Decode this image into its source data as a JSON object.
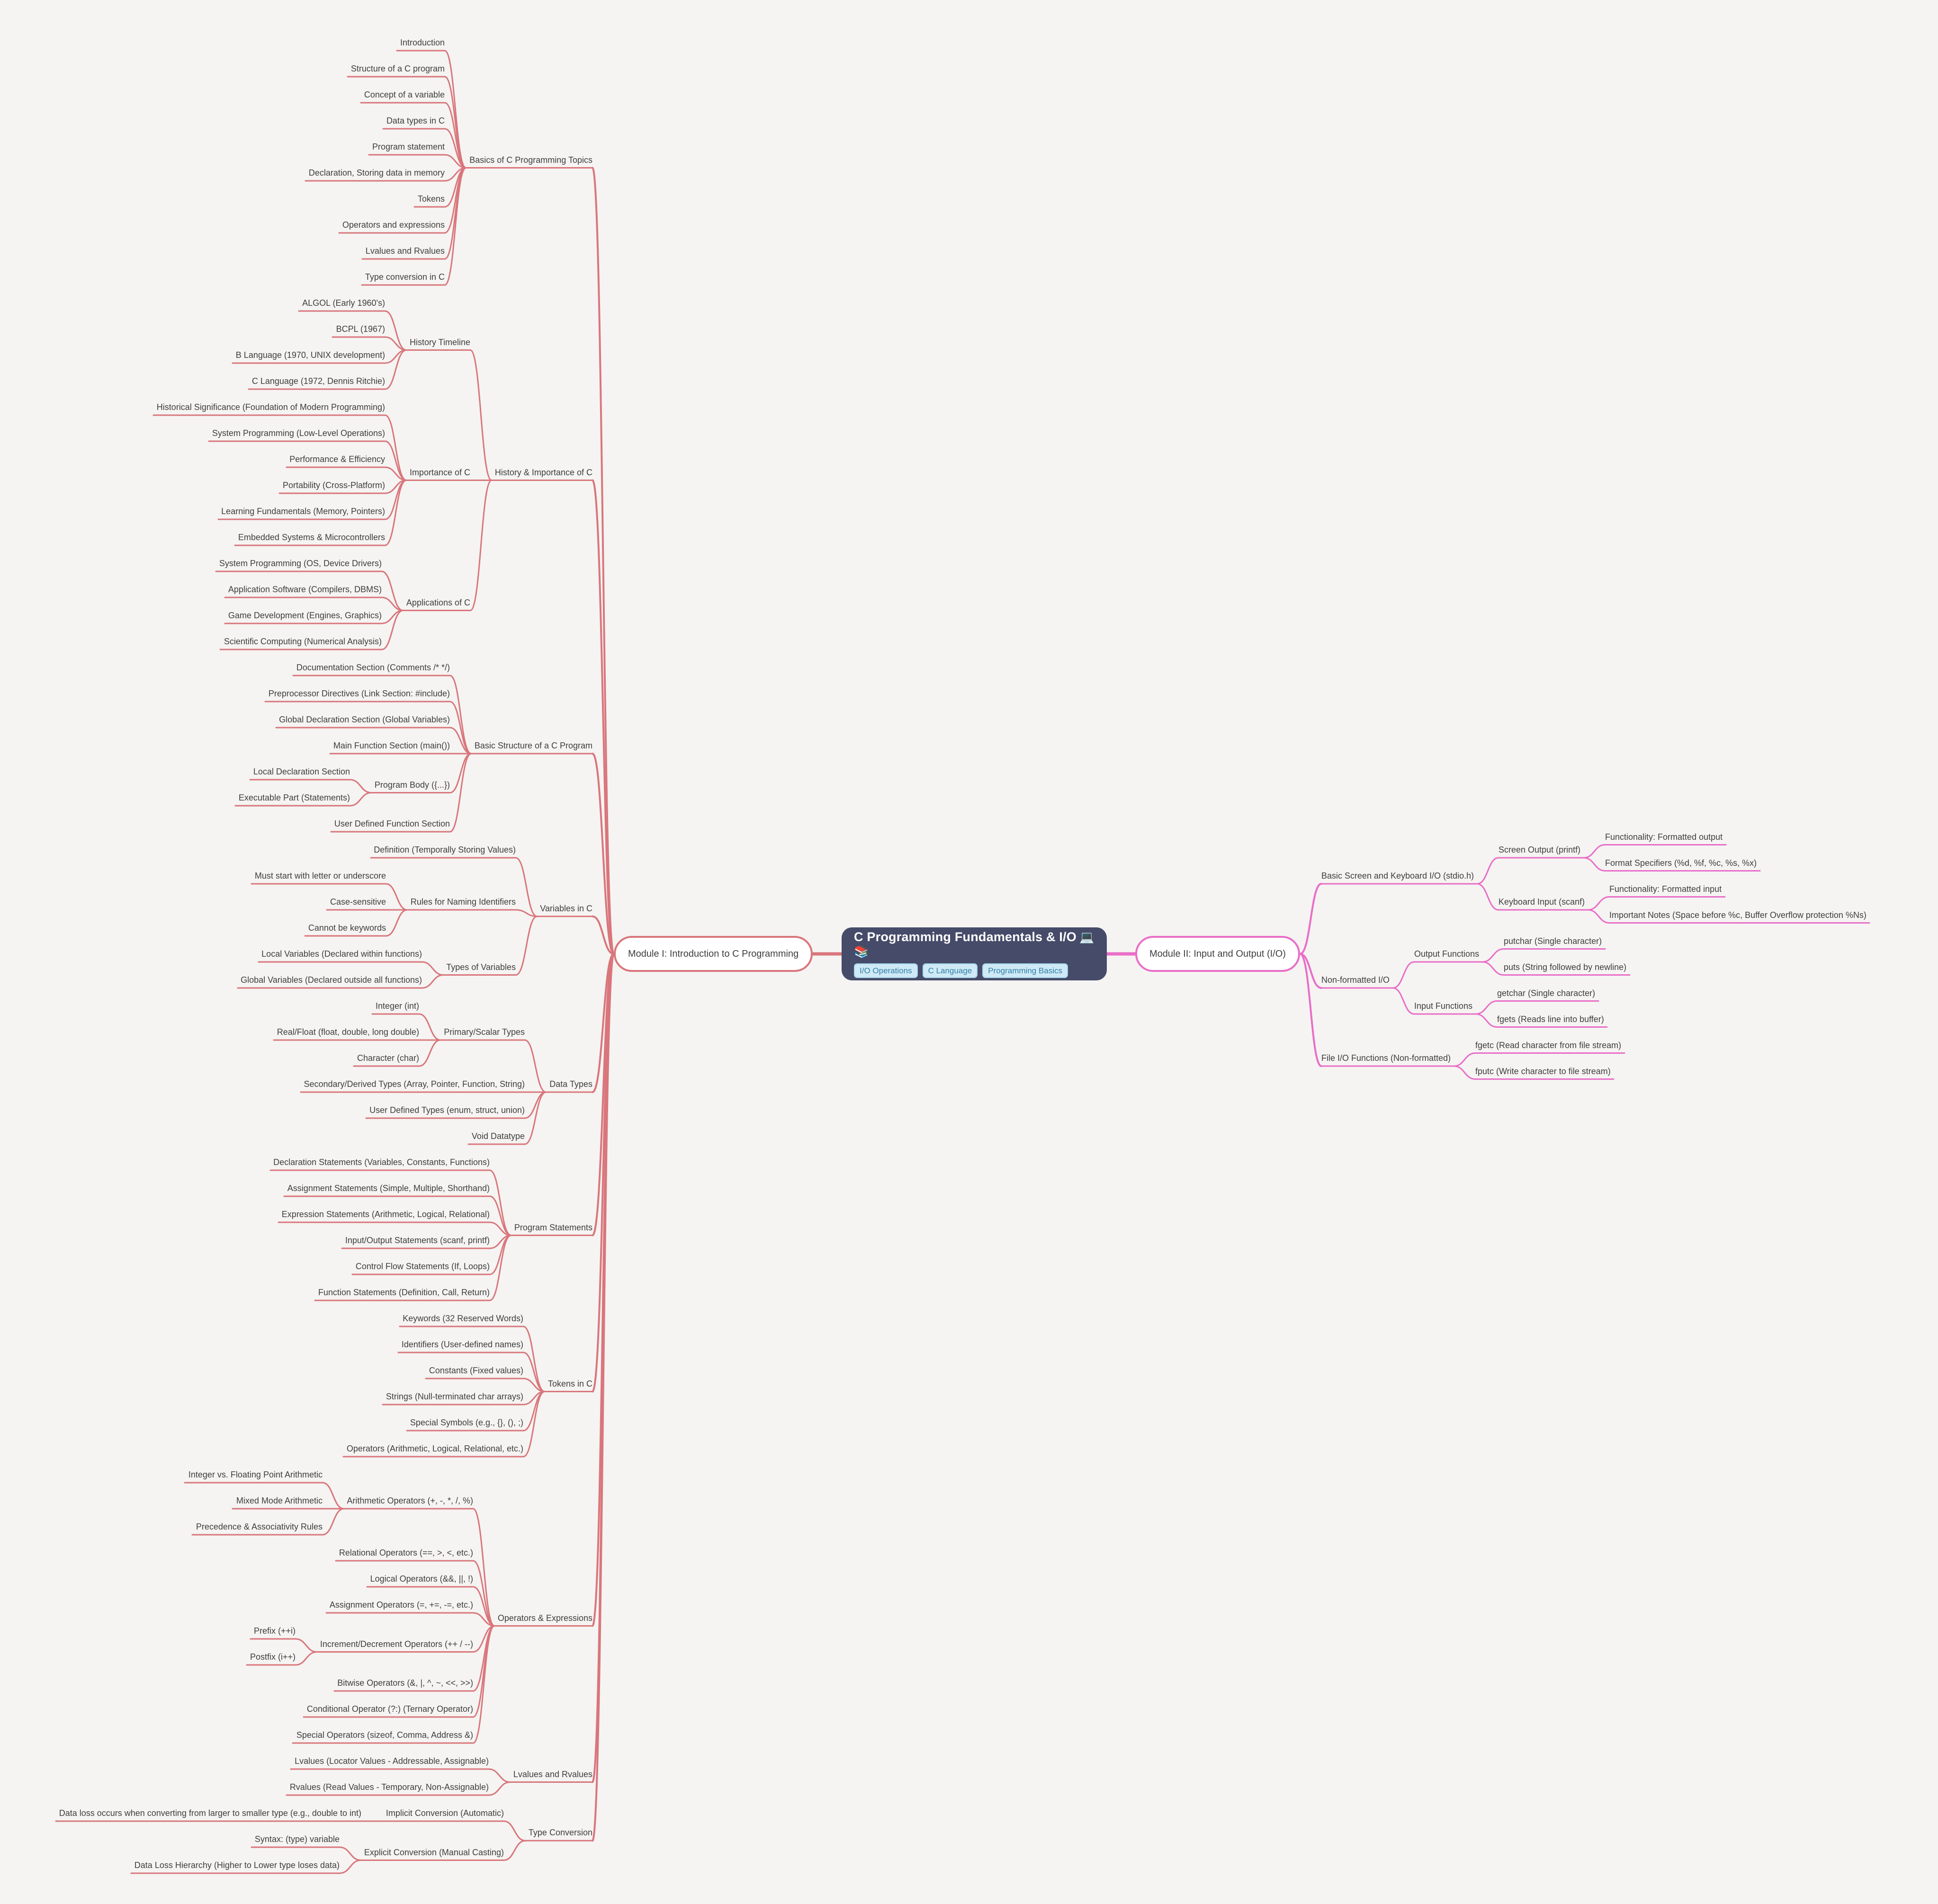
{
  "page": {
    "background": "#f5f4f2"
  },
  "root": {
    "title": "C Programming Fundamentals & I/O",
    "emoji": "💻📚",
    "tags": [
      "I/O Operations",
      "C Language",
      "Programming Basics"
    ]
  },
  "branches": {
    "left": {
      "label": "Module I: Introduction to C Programming",
      "color": "#d9767c",
      "children": [
        {
          "label": "Basics of C Programming Topics",
          "children": [
            {
              "label": "Introduction"
            },
            {
              "label": "Structure of a C program"
            },
            {
              "label": "Concept of a variable"
            },
            {
              "label": "Data types in C"
            },
            {
              "label": "Program statement"
            },
            {
              "label": "Declaration, Storing data in memory"
            },
            {
              "label": "Tokens"
            },
            {
              "label": "Operators and expressions"
            },
            {
              "label": "Lvalues and Rvalues"
            },
            {
              "label": "Type conversion in C"
            }
          ]
        },
        {
          "label": "History & Importance of C",
          "children": [
            {
              "label": "History Timeline",
              "children": [
                {
                  "label": "ALGOL (Early 1960's)"
                },
                {
                  "label": "BCPL (1967)"
                },
                {
                  "label": "B Language (1970, UNIX development)"
                },
                {
                  "label": "C Language (1972, Dennis Ritchie)"
                }
              ]
            },
            {
              "label": "Importance of C",
              "children": [
                {
                  "label": "Historical Significance (Foundation of Modern Programming)"
                },
                {
                  "label": "System Programming (Low-Level Operations)"
                },
                {
                  "label": "Performance & Efficiency"
                },
                {
                  "label": "Portability (Cross-Platform)"
                },
                {
                  "label": "Learning Fundamentals (Memory, Pointers)"
                },
                {
                  "label": "Embedded Systems & Microcontrollers"
                }
              ]
            },
            {
              "label": "Applications of C",
              "children": [
                {
                  "label": "System Programming (OS, Device Drivers)"
                },
                {
                  "label": "Application Software (Compilers, DBMS)"
                },
                {
                  "label": "Game Development (Engines, Graphics)"
                },
                {
                  "label": "Scientific Computing (Numerical Analysis)"
                }
              ]
            }
          ]
        },
        {
          "label": "Basic Structure of a C Program",
          "children": [
            {
              "label": "Documentation Section (Comments /* */)"
            },
            {
              "label": "Preprocessor Directives (Link Section: #include)"
            },
            {
              "label": "Global Declaration Section (Global Variables)"
            },
            {
              "label": "Main Function Section (main())"
            },
            {
              "label": "Program Body ({...})",
              "children": [
                {
                  "label": "Local Declaration Section"
                },
                {
                  "label": "Executable Part (Statements)"
                }
              ]
            },
            {
              "label": "User Defined Function Section"
            }
          ]
        },
        {
          "label": "Variables in C",
          "children": [
            {
              "label": "Definition (Temporally Storing Values)"
            },
            {
              "label": "Rules for Naming Identifiers",
              "children": [
                {
                  "label": "Must start with letter or underscore"
                },
                {
                  "label": "Case-sensitive"
                },
                {
                  "label": "Cannot be keywords"
                }
              ]
            },
            {
              "label": "Types of Variables",
              "children": [
                {
                  "label": "Local Variables (Declared within functions)"
                },
                {
                  "label": "Global Variables (Declared outside all functions)"
                }
              ]
            }
          ]
        },
        {
          "label": "Data Types",
          "children": [
            {
              "label": "Primary/Scalar Types",
              "children": [
                {
                  "label": "Integer (int)"
                },
                {
                  "label": "Real/Float (float, double, long double)"
                },
                {
                  "label": "Character (char)"
                }
              ]
            },
            {
              "label": "Secondary/Derived Types (Array, Pointer, Function, String)"
            },
            {
              "label": "User Defined Types (enum, struct, union)"
            },
            {
              "label": "Void Datatype"
            }
          ]
        },
        {
          "label": "Program Statements",
          "children": [
            {
              "label": "Declaration Statements (Variables, Constants, Functions)"
            },
            {
              "label": "Assignment Statements (Simple, Multiple, Shorthand)"
            },
            {
              "label": "Expression Statements (Arithmetic, Logical, Relational)"
            },
            {
              "label": "Input/Output Statements (scanf, printf)"
            },
            {
              "label": "Control Flow Statements (If, Loops)"
            },
            {
              "label": "Function Statements (Definition, Call, Return)"
            }
          ]
        },
        {
          "label": "Tokens in C",
          "children": [
            {
              "label": "Keywords (32 Reserved Words)"
            },
            {
              "label": "Identifiers (User-defined names)"
            },
            {
              "label": "Constants (Fixed values)"
            },
            {
              "label": "Strings (Null-terminated char arrays)"
            },
            {
              "label": "Special Symbols (e.g., {}, (), ;)"
            },
            {
              "label": "Operators (Arithmetic, Logical, Relational, etc.)"
            }
          ]
        },
        {
          "label": "Operators & Expressions",
          "children": [
            {
              "label": "Arithmetic Operators (+, -, *, /, %)",
              "children": [
                {
                  "label": "Integer vs. Floating Point Arithmetic"
                },
                {
                  "label": "Mixed Mode Arithmetic"
                },
                {
                  "label": "Precedence & Associativity Rules"
                }
              ]
            },
            {
              "label": "Relational Operators (==, >, <, etc.)"
            },
            {
              "label": "Logical Operators (&&, ||, !)"
            },
            {
              "label": "Assignment Operators (=, +=, -=, etc.)"
            },
            {
              "label": "Increment/Decrement Operators (++ / --)",
              "children": [
                {
                  "label": "Prefix (++i)"
                },
                {
                  "label": "Postfix (i++)"
                }
              ]
            },
            {
              "label": "Bitwise Operators (&, |, ^, ~, <<, >>)"
            },
            {
              "label": "Conditional Operator (?:) (Ternary Operator)"
            },
            {
              "label": "Special Operators (sizeof, Comma, Address &)"
            }
          ]
        },
        {
          "label": "Lvalues and Rvalues",
          "children": [
            {
              "label": "Lvalues (Locator Values - Addressable, Assignable)"
            },
            {
              "label": "Rvalues (Read Values - Temporary, Non-Assignable)"
            }
          ]
        },
        {
          "label": "Type Conversion",
          "children": [
            {
              "label": "Implicit Conversion (Automatic)",
              "children": [
                {
                  "label": "Data loss occurs when converting from larger to smaller type (e.g., double to int)"
                }
              ]
            },
            {
              "label": "Explicit Conversion (Manual Casting)",
              "children": [
                {
                  "label": "Syntax: (type) variable"
                },
                {
                  "label": "Data Loss Hierarchy (Higher to Lower type loses data)"
                }
              ]
            }
          ]
        }
      ]
    },
    "right": {
      "label": "Module II: Input and Output (I/O)",
      "color": "#e96ec8",
      "children": [
        {
          "label": "Basic Screen and Keyboard I/O (stdio.h)",
          "children": [
            {
              "label": "Screen Output (printf)",
              "children": [
                {
                  "label": "Functionality: Formatted output"
                },
                {
                  "label": "Format Specifiers (%d, %f, %c, %s, %x)"
                }
              ]
            },
            {
              "label": "Keyboard Input (scanf)",
              "children": [
                {
                  "label": "Functionality: Formatted input"
                },
                {
                  "label": "Important Notes (Space before %c, Buffer Overflow protection %Ns)"
                }
              ]
            }
          ]
        },
        {
          "label": "Non-formatted I/O",
          "children": [
            {
              "label": "Output Functions",
              "children": [
                {
                  "label": "putchar (Single character)"
                },
                {
                  "label": "puts (String followed by newline)"
                }
              ]
            },
            {
              "label": "Input Functions",
              "children": [
                {
                  "label": "getchar (Single character)"
                },
                {
                  "label": "fgets (Reads line into buffer)"
                }
              ]
            }
          ]
        },
        {
          "label": "File I/O Functions (Non-formatted)",
          "children": [
            {
              "label": "fgetc (Read character from file stream)"
            },
            {
              "label": "fputc (Write character to file stream)"
            }
          ]
        }
      ]
    }
  }
}
